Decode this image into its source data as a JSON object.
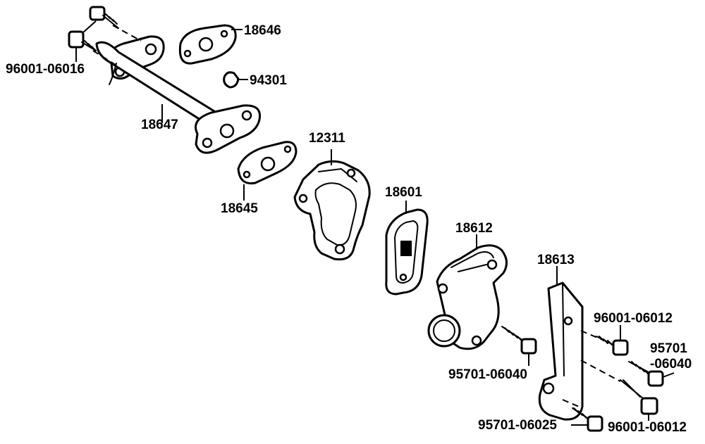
{
  "labels": {
    "p18646": "18646",
    "p96001_06016": "96001-06016",
    "p94301": "94301",
    "p18647": "18647",
    "p12311": "12311",
    "p18645": "18645",
    "p18601": "18601",
    "p18612": "18612",
    "p18613": "18613",
    "p96001_06012_a": "96001-06012",
    "p95701_a_line1": "95701",
    "p95701_a_line2": "-06040",
    "p95701_06040_b": "95701-06040",
    "p95701_06025": "95701-06025",
    "p96001_06012_b": "96001-06012"
  }
}
